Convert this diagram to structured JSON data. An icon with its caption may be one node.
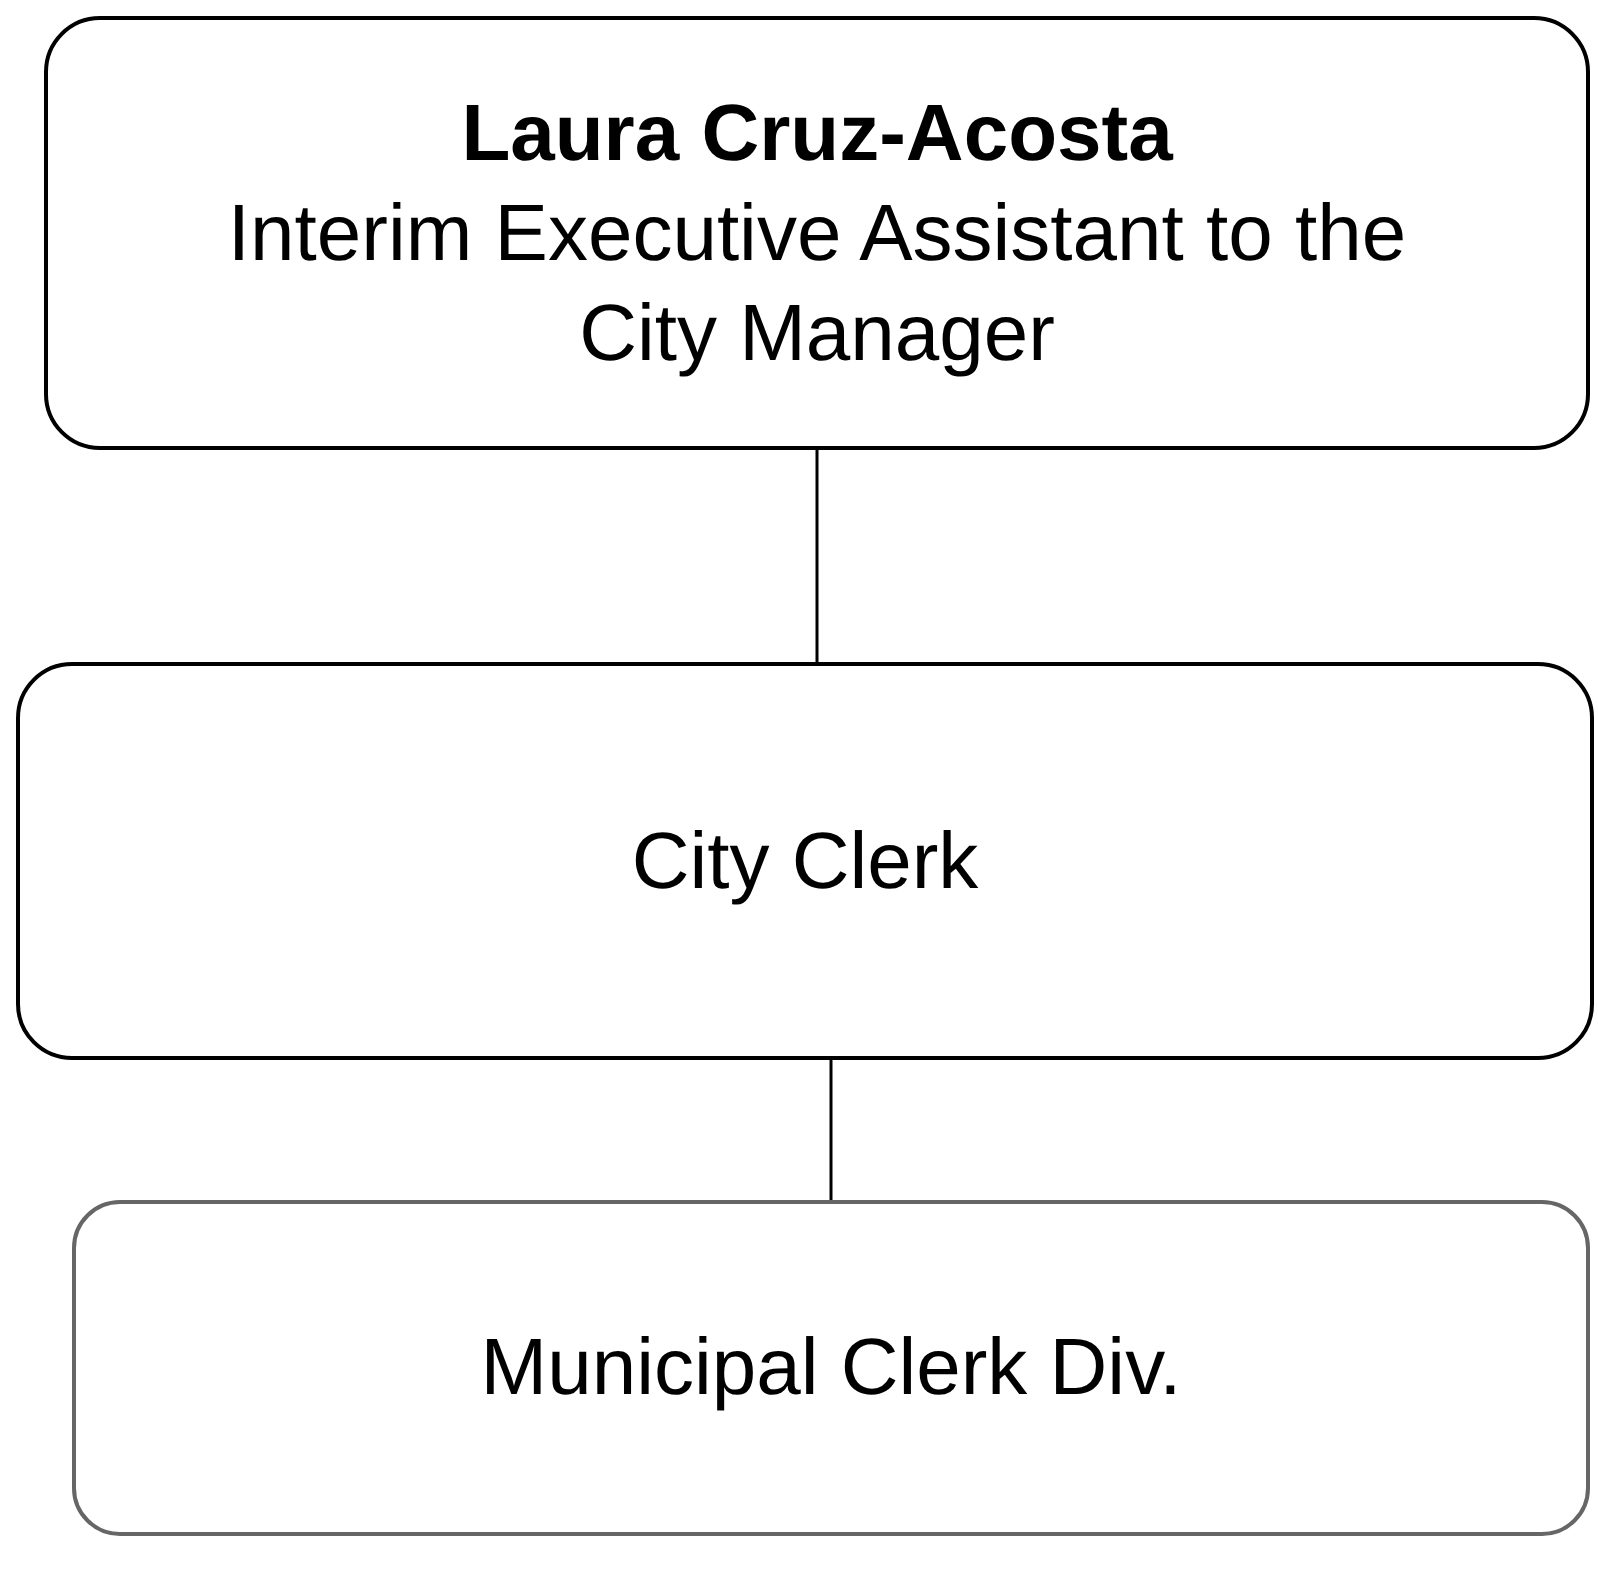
{
  "diagram": {
    "nodes": [
      {
        "text": [
          "Laura Cruz-Acosta",
          "Interim Executive Assistant to the City Manager"
        ]
      },
      {
        "text": [
          "City Clerk"
        ]
      },
      {
        "text": [
          "Municipal Clerk Div."
        ]
      }
    ],
    "edges": [
      {
        "from": 0,
        "to": 1,
        "arrow": "none"
      },
      {
        "from": 1,
        "to": 2,
        "arrow": "none"
      }
    ]
  }
}
